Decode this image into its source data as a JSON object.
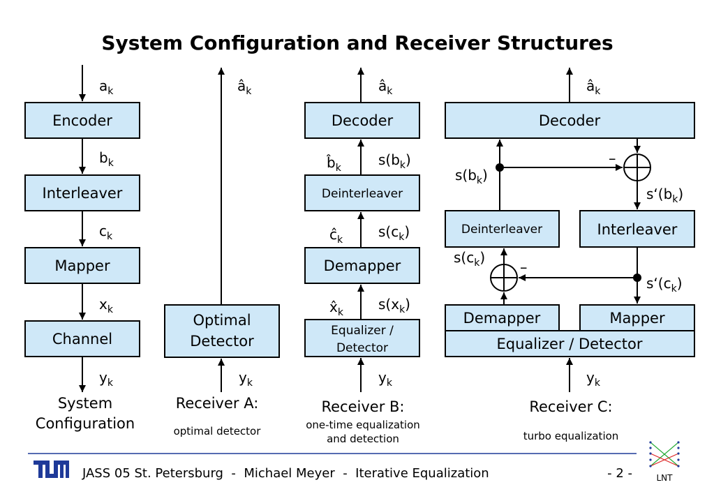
{
  "title": "System Configuration and Receiver Structures",
  "system": {
    "blocks": [
      "Encoder",
      "Interleaver",
      "Mapper",
      "Channel"
    ],
    "signals": {
      "a": "a",
      "b": "b",
      "c": "c",
      "x": "x",
      "y": "y",
      "sub": "k"
    },
    "caption": [
      "System",
      "Configuration"
    ]
  },
  "receiver_a": {
    "block": [
      "Optimal",
      "Detector"
    ],
    "out_signal": "â",
    "in_signal": "y",
    "sub": "k",
    "caption": "Receiver A:",
    "subcaption": "optimal detector"
  },
  "receiver_b": {
    "blocks": [
      "Decoder",
      "Deinterleaver",
      "Demapper",
      "Equalizer /",
      "Detector"
    ],
    "hat_signals": [
      "â",
      "b̂",
      "ĉ",
      "x̂"
    ],
    "soft_signals": [
      "s(b",
      "s(c",
      "s(x"
    ],
    "close": ")",
    "in_signal": "y",
    "sub": "k",
    "caption": "Receiver B:",
    "subcaption": [
      "one-time equalization",
      "and detection"
    ]
  },
  "receiver_c": {
    "blocks": [
      "Decoder",
      "Deinterleaver",
      "Interleaver",
      "Demapper",
      "Mapper",
      "Equalizer / Detector"
    ],
    "out_signal": "â",
    "in_signal": "y",
    "sub": "k",
    "soft_b": "s(b",
    "soft_b_prime": "s‘(b",
    "soft_c": "s(c",
    "soft_c_prime": "s‘(c",
    "close": ")",
    "minus": "–",
    "caption": "Receiver C:",
    "subcaption": "turbo equalization"
  },
  "footer": {
    "logo": "TUM",
    "text": "JASS 05 St. Petersburg  -  Michael Meyer  -  Iterative Equalization",
    "page": "- 2 -",
    "lnt": "LNT"
  },
  "colors": {
    "block_fill": "#cfe8f8",
    "tum_blue": "#1f3a99",
    "lnt_green": "#22aa33",
    "lnt_red": "#dd2222"
  }
}
